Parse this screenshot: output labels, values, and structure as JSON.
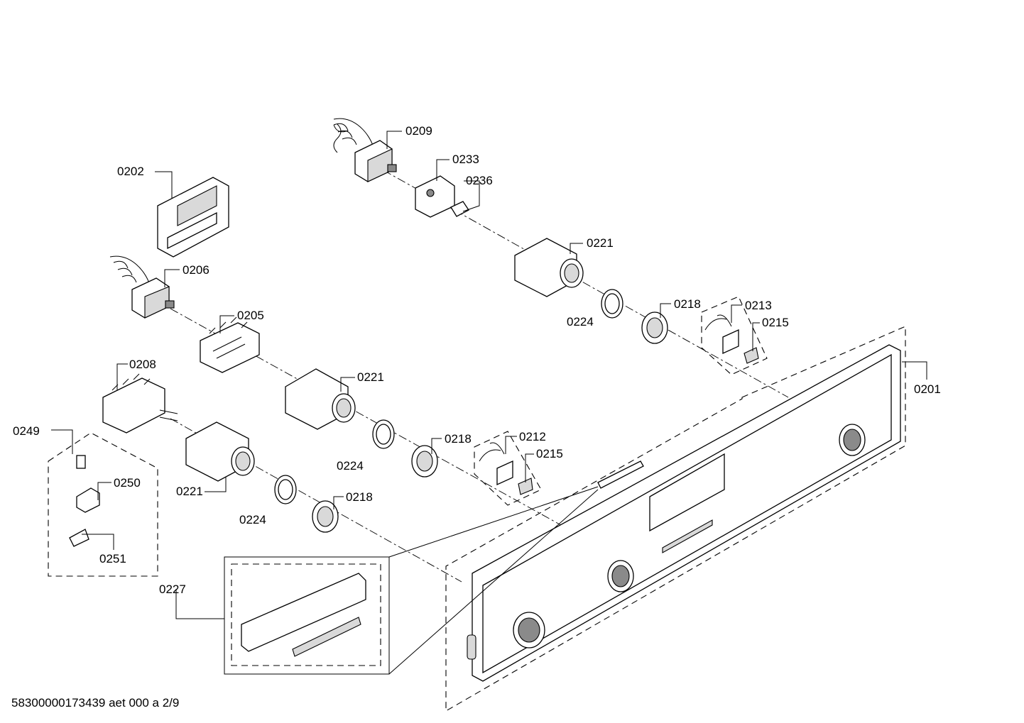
{
  "diagram": {
    "document_ref": "58300000173439 aet 000 a 2/9",
    "callouts": [
      {
        "id": "c0209",
        "label": "0209"
      },
      {
        "id": "c0233",
        "label": "0233"
      },
      {
        "id": "c0236",
        "label": "0236"
      },
      {
        "id": "c0202",
        "label": "0202"
      },
      {
        "id": "c0221a",
        "label": "0221"
      },
      {
        "id": "c0206",
        "label": "0206"
      },
      {
        "id": "c0224a",
        "label": "0224"
      },
      {
        "id": "c0218a",
        "label": "0218"
      },
      {
        "id": "c0213",
        "label": "0213"
      },
      {
        "id": "c0215a",
        "label": "0215"
      },
      {
        "id": "c0205",
        "label": "0205"
      },
      {
        "id": "c0208",
        "label": "0208"
      },
      {
        "id": "c0221b",
        "label": "0221"
      },
      {
        "id": "c0201",
        "label": "0201"
      },
      {
        "id": "c0249",
        "label": "0249"
      },
      {
        "id": "c0218b",
        "label": "0218"
      },
      {
        "id": "c0212",
        "label": "0212"
      },
      {
        "id": "c0215b",
        "label": "0215"
      },
      {
        "id": "c0224b",
        "label": "0224"
      },
      {
        "id": "c0250",
        "label": "0250"
      },
      {
        "id": "c0221c",
        "label": "0221"
      },
      {
        "id": "c0218c",
        "label": "0218"
      },
      {
        "id": "c0224c",
        "label": "0224"
      },
      {
        "id": "c0251",
        "label": "0251"
      },
      {
        "id": "c0227",
        "label": "0227"
      }
    ]
  }
}
